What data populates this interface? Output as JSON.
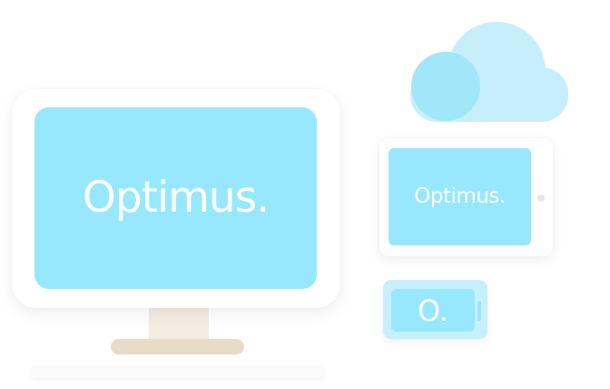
{
  "colors": {
    "screen": "#97e8fe",
    "cloud_light": "#c6effb",
    "cloud_dark": "#a2e6fa",
    "device_frame": "#ffffff",
    "phone_frame": "#c8f0fc",
    "stand": "#e8dcc6",
    "logo_text": "#ffffff"
  },
  "icons": {
    "cloud": "cloud-icon",
    "monitor": "desktop-monitor-icon",
    "tablet": "tablet-icon",
    "phone": "phone-icon"
  },
  "monitor": {
    "logo": "Optimus."
  },
  "tablet": {
    "logo": "Optimus."
  },
  "phone": {
    "logo": "O."
  }
}
